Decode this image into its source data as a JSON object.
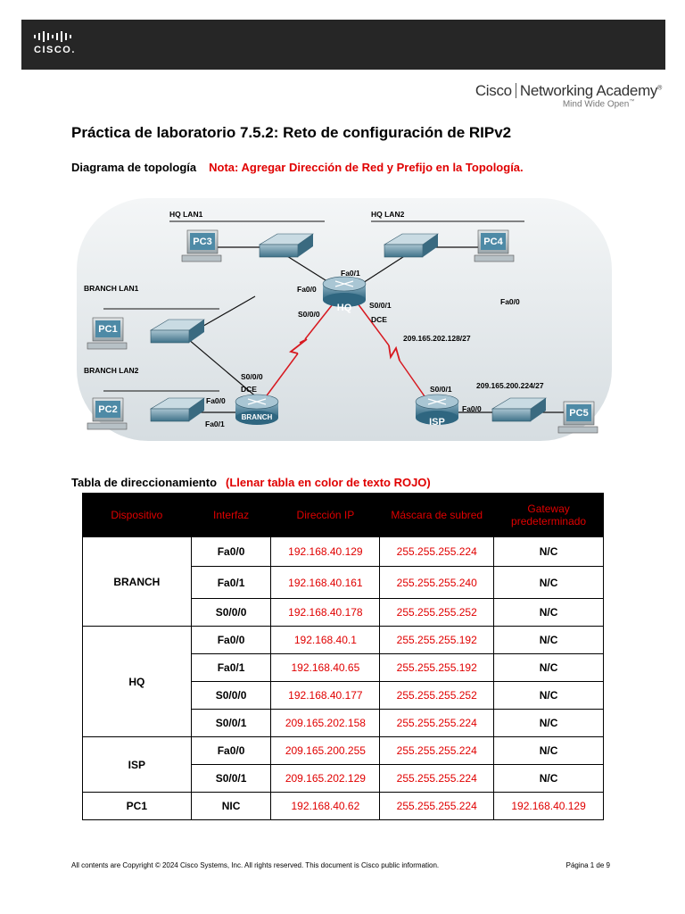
{
  "header": {
    "logo_word": "CISCO.",
    "academy_brand": "Cisco",
    "academy_name": "Networking Academy",
    "academy_reg": "®",
    "academy_tagline": "Mind Wide Open",
    "academy_tm": "™"
  },
  "document": {
    "title": "Práctica de laboratorio 7.5.2: Reto de configuración de RIPv2",
    "topology_heading": "Diagrama de topología",
    "topology_note": "Nota: Agregar Dirección de Red y Prefijo en la Topología.",
    "table_heading": "Tabla de direccionamiento",
    "table_note": "(Llenar tabla en color de texto ROJO)"
  },
  "topology": {
    "lan_labels": {
      "hq_lan1": "HQ LAN1",
      "hq_lan2": "HQ LAN2",
      "branch_lan1": "BRANCH LAN1",
      "branch_lan2": "BRANCH LAN2"
    },
    "hosts": {
      "pc1": "PC1",
      "pc2": "PC2",
      "pc3": "PC3",
      "pc4": "PC4",
      "pc5": "PC5"
    },
    "routers": {
      "hq": "HQ",
      "branch": "BRANCH",
      "isp": "ISP"
    },
    "interfaces": {
      "hq_fa01": "Fa0/1",
      "hq_fa00": "Fa0/0",
      "hq_s000": "S0/0/0",
      "hq_s001": "S0/0/1",
      "hq_dce": "DCE",
      "right_fa00": "Fa0/0",
      "branch_s000": "S0/0/0",
      "branch_dce": "DCE",
      "branch_fa00": "Fa0/0",
      "branch_fa01": "Fa0/1",
      "isp_s001": "S0/0/1",
      "isp_fa00": "Fa0/0"
    },
    "networks": {
      "hq_isp": "209.165.202.128/27",
      "isp_lan": "209.165.200.224/27"
    }
  },
  "table": {
    "headers": {
      "device": "Dispositivo",
      "interface": "Interfaz",
      "ip": "Dirección IP",
      "mask": "Máscara de subred",
      "gateway": "Gateway predeterminado"
    },
    "devices": {
      "branch": "BRANCH",
      "hq": "HQ",
      "isp": "ISP",
      "pc1": "PC1"
    },
    "rows": [
      {
        "intf": "Fa0/0",
        "ip": "192.168.40.129",
        "mask": "255.255.255.224",
        "gw": "N/C"
      },
      {
        "intf": "Fa0/1",
        "ip": "192.168.40.161",
        "mask": "255.255.255.240",
        "gw": "N/C"
      },
      {
        "intf": "S0/0/0",
        "ip": "192.168.40.178",
        "mask": "255.255.255.252",
        "gw": "N/C"
      },
      {
        "intf": "Fa0/0",
        "ip": "192.168.40.1",
        "mask": "255.255.255.192",
        "gw": "N/C"
      },
      {
        "intf": "Fa0/1",
        "ip": "192.168.40.65",
        "mask": "255.255.255.192",
        "gw": "N/C"
      },
      {
        "intf": "S0/0/0",
        "ip": "192.168.40.177",
        "mask": "255.255.255.252",
        "gw": "N/C"
      },
      {
        "intf": "S0/0/1",
        "ip": "209.165.202.158",
        "mask": "255.255.255.224",
        "gw": "N/C"
      },
      {
        "intf": "Fa0/0",
        "ip": "209.165.200.255",
        "mask": "255.255.255.224",
        "gw": "N/C"
      },
      {
        "intf": "S0/0/1",
        "ip": "209.165.202.129",
        "mask": "255.255.255.224",
        "gw": "N/C"
      },
      {
        "intf": "NIC",
        "ip": "192.168.40.62",
        "mask": "255.255.255.224",
        "gw": "192.168.40.129"
      }
    ]
  },
  "footer": {
    "copyright": "All contents are Copyright © 2024 Cisco Systems, Inc. All rights reserved. This document is Cisco public information.",
    "page": "Página 1 de 9"
  }
}
